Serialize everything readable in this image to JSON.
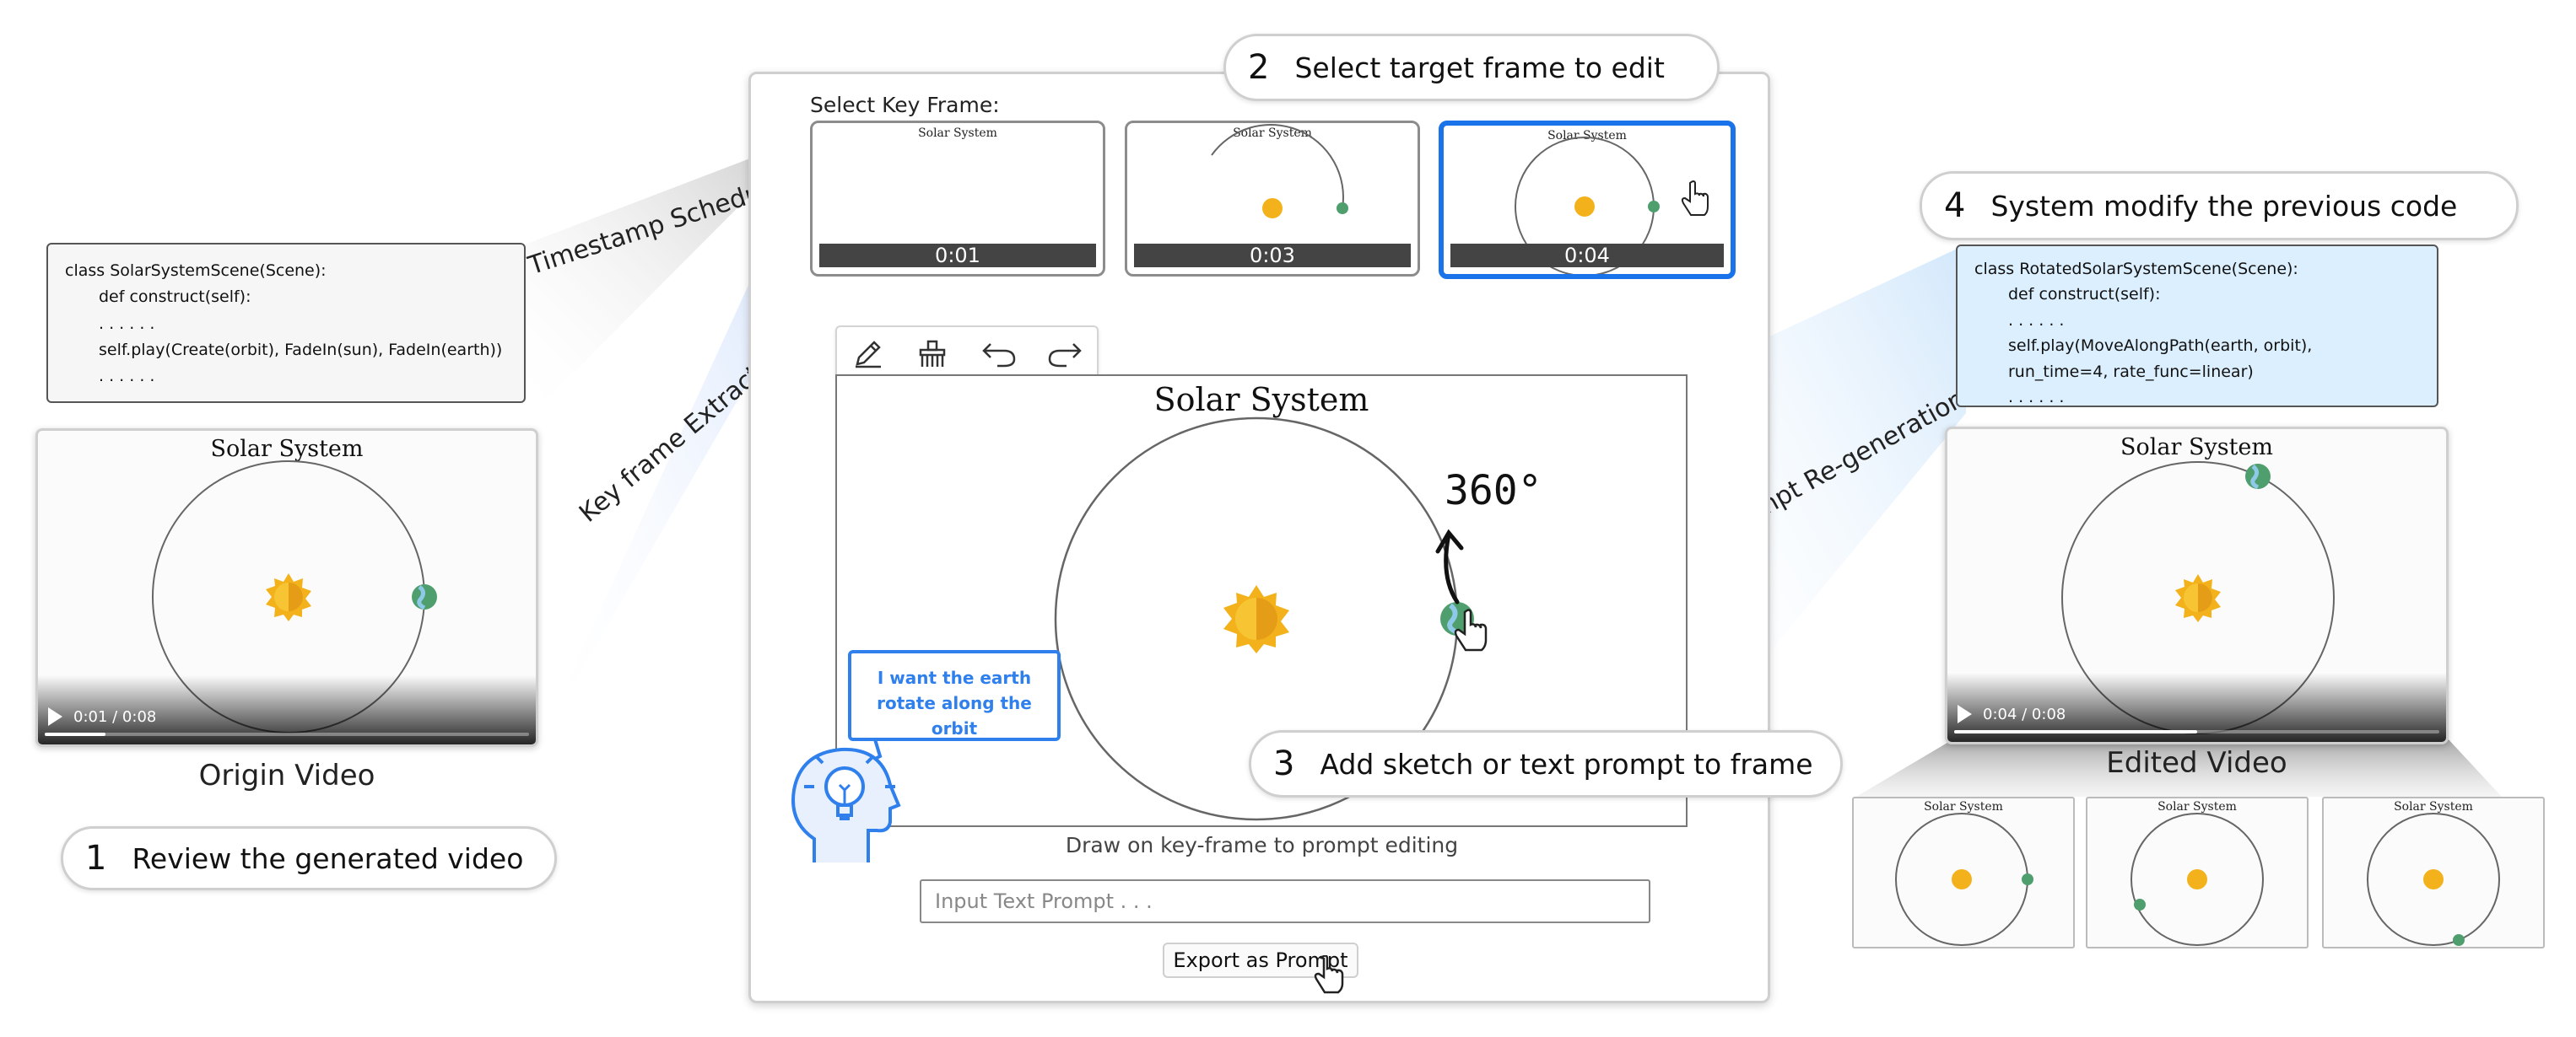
{
  "steps": {
    "step1": {
      "num": "1",
      "text": "Review the generated video"
    },
    "step2": {
      "num": "2",
      "text": "Select target frame to edit"
    },
    "step3": {
      "num": "3",
      "text": "Add sketch or text prompt to frame"
    },
    "step4": {
      "num": "4",
      "text": "System modify the previous code"
    }
  },
  "flows": {
    "timestamp": "Timestamp Scheduling",
    "keyframe": "Key frame Extracting",
    "regen": "Prompt Re-generation"
  },
  "origin_code": {
    "lines": [
      "class SolarSystemScene(Scene):",
      "def construct(self):",
      ". . . . . .",
      "self.play(Create(orbit), FadeIn(sun), FadeIn(earth))",
      ". . . . . ."
    ]
  },
  "origin_video": {
    "title": "Solar System",
    "time": "0:01 / 0:08",
    "progress": 0.125,
    "caption": "Origin Video"
  },
  "editor": {
    "key_frame_label": "Select Key Frame:",
    "frames": [
      {
        "title": "Solar System",
        "time": "0:01"
      },
      {
        "title": "Solar System",
        "time": "0:03"
      },
      {
        "title": "Solar System",
        "time": "0:04"
      }
    ],
    "canvas_title": "Solar System",
    "sketch_text": "360°",
    "speech": "I want the earth rotate along the orbit",
    "draw_hint": "Draw on key-frame to prompt editing",
    "prompt_placeholder": "Input Text Prompt . . .",
    "export_label": "Export as Prompt",
    "tools": [
      "edit-icon",
      "brush-icon",
      "undo-icon",
      "redo-icon"
    ]
  },
  "new_code": {
    "lines": [
      "class RotatedSolarSystemScene(Scene):",
      "def construct(self):",
      ". . . . . .",
      "self.play(MoveAlongPath(earth, orbit),",
      "run_time=4, rate_func=linear)",
      ". . . . . ."
    ]
  },
  "edited_video": {
    "title": "Solar System",
    "time": "0:04 / 0:08",
    "progress": 0.5,
    "caption": "Edited Video",
    "thumbs": [
      "Solar System",
      "Solar System",
      "Solar System"
    ]
  },
  "colors": {
    "accent": "#1a73e8",
    "sun": "#f3b21c",
    "earth": "#4f9e6e",
    "code_bg_new": "#dcefff",
    "code_bg_old": "#f6f6f6"
  }
}
